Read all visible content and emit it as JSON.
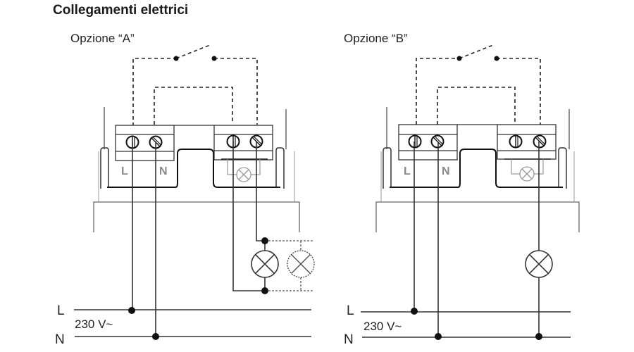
{
  "title": "Collegamenti elettrici",
  "options": [
    {
      "label": "Opzione “A”",
      "terminal_labels": [
        "L",
        "N"
      ],
      "loads": 2,
      "extra_load_dashed": true
    },
    {
      "label": "Opzione “B”",
      "terminal_labels": [
        "L",
        "N"
      ],
      "loads": 1,
      "extra_load_dashed": false
    }
  ],
  "supply": {
    "line_label": "L",
    "neutral_label": "N",
    "voltage_label": "230 V~"
  },
  "colors": {
    "line": "#222222",
    "device_outline": "#555555",
    "device_light": "#999999"
  }
}
